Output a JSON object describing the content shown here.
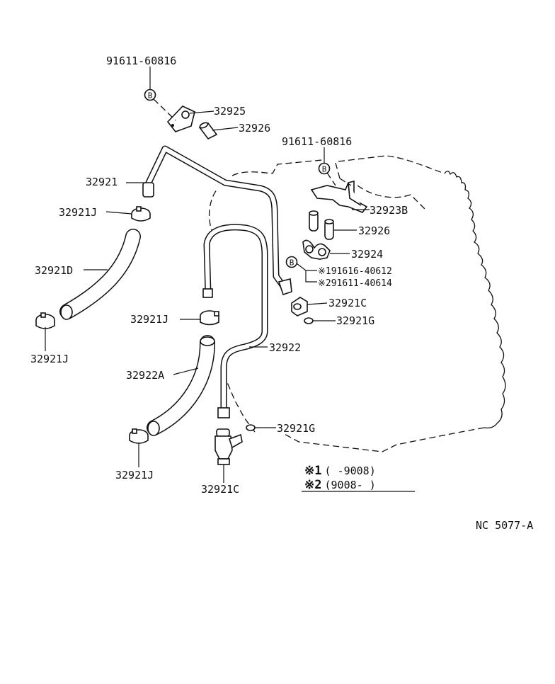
{
  "labels": {
    "bolt_top": "91611-60816",
    "clamp_top": "32925",
    "grommet_top": "32926",
    "bolt_mid": "91611-60816",
    "pipe_upper": "32921",
    "clip_upper": "32921J",
    "hose_upper": "32921D",
    "clip_lower_left": "32921J",
    "clip_center": "32921J",
    "bracket": "32923B",
    "grommet_mid": "32926",
    "clamp_mid": "32924",
    "note1_part": "91616-40612",
    "note2_part": "91611-40614",
    "union_upper": "32921C",
    "gasket_upper": "32921G",
    "pipe_lower": "32922",
    "hose_lower": "32922A",
    "gasket_lower": "32921G",
    "clip_bottom": "32921J",
    "union_lower": "32921C"
  },
  "bolt_marker": "B",
  "notes": {
    "mark": "※",
    "note1_num": "1",
    "note2_num": "2",
    "row1": "(       -9008)",
    "row2": "(9008-       )"
  },
  "figure_code": "NC 5077-A",
  "icons": {
    "bolt_marker": "circled-letter-b-icon",
    "note_mark": "reference-mark-icon"
  }
}
